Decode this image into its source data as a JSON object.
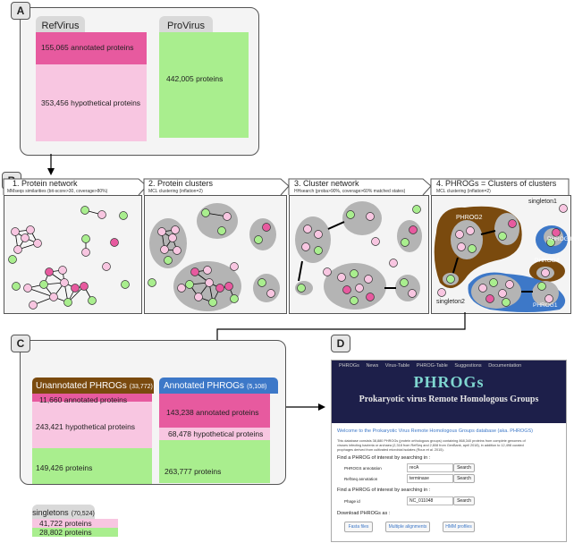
{
  "panelA": {
    "badge": "A",
    "refvirus_tab": "RefVirus",
    "provirus_tab": "ProVirus",
    "ref_annotated": "155,065 annotated proteins",
    "ref_hypothetical": "353,456 hypothetical proteins",
    "pro_proteins": "442,005 proteins",
    "colors": {
      "annotated": "#e75a9f",
      "hypothetical": "#f8c6e1",
      "provirus": "#a9ee8e"
    }
  },
  "panelB": {
    "badge": "B",
    "steps": [
      {
        "title": "1. Protein network",
        "sub": "MMseqs similarities (bit-score>30, coverage>80%)"
      },
      {
        "title": "2. Protein clusters",
        "sub": "MCL clustering (inflation=2)"
      },
      {
        "title": "3. Cluster network",
        "sub": "HHsearch (proba>90%, coverage>60% matched states)"
      },
      {
        "title": "4. PHROGs = Clusters of clusters",
        "sub": "MCL clustering (inflation=2)"
      }
    ],
    "labels": {
      "singleton1": "singleton1",
      "singleton2": "singleton2",
      "phrog1": "PHROG1",
      "phrog2": "PHROG2",
      "phrog3": "PHROG3",
      "phrog4": "PHROG4"
    },
    "colors": {
      "pink_node": "#f8c6e1",
      "magenta_node": "#e75a9f",
      "green_node": "#a9ee8e",
      "cluster_gray": "#b4b4b4",
      "phrog_brown": "#7a4a0e",
      "phrog_blue": "#3d78c8"
    }
  },
  "panelC": {
    "badge": "C",
    "unannotated_title": "Unannotated PHROGs",
    "unannotated_count": "(33,772)",
    "unannotated_annotated": "11,660 annotated proteins",
    "unannotated_hypothetical": "243,421 hypothetical proteins",
    "unannotated_proteins": "149,426 proteins",
    "annotated_title": "Annotated PHROGs",
    "annotated_count": "(5,108)",
    "annotated_annotated": "143,238 annotated proteins",
    "annotated_hypothetical": "68,478 hypothetical proteins",
    "annotated_proteins": "263,777 proteins",
    "singletons_title": "singletons",
    "singletons_count": "(70,524)",
    "singletons_pink": "41,722 proteins",
    "singletons_green": "28,802 proteins"
  },
  "panelD": {
    "badge": "D",
    "nav": [
      "PHROGs",
      "News",
      "Virus-Table",
      "PHROG-Table",
      "Suggestions",
      "Documentation"
    ],
    "logo": "PHROGs",
    "subtitle": "Prokaryotic virus Remote Homologous Groups",
    "welcome": "Welcome to the Prokaryotic Virus Remote Homologous Groups database (aka. PHROGS)",
    "desc_line1": "This database consists 38,880 PHROGs (protein orthologous groups) containing 868,340 proteins from complete genomes of",
    "desc_line2": "viruses infecting bacteria or archaea (2,318 from RefSeq and 2,808 from GenBank, april 2018), in addition to 12,498 curated",
    "desc_line3": "prophages derived from cultivated microbial isolates (Roux et al. 2015).",
    "find1": "Find a PHROG of interest by searching in :",
    "phrogs_annotation_label": "PHROGS annotation",
    "phrogs_annotation_value": "recA",
    "refseq_annotation_label": "RefSeq annotation",
    "refseq_annotation_value": "terminase",
    "find2": "Find a PHROG of interest by searching in :",
    "phage_id_label": "Phage id",
    "phage_id_value": "NC_011048",
    "search": "Search",
    "download": "Download PHROGs as :",
    "fasta": "Fasta files",
    "alignments": "Multiple alignments",
    "hmm": "HMM profiles"
  }
}
